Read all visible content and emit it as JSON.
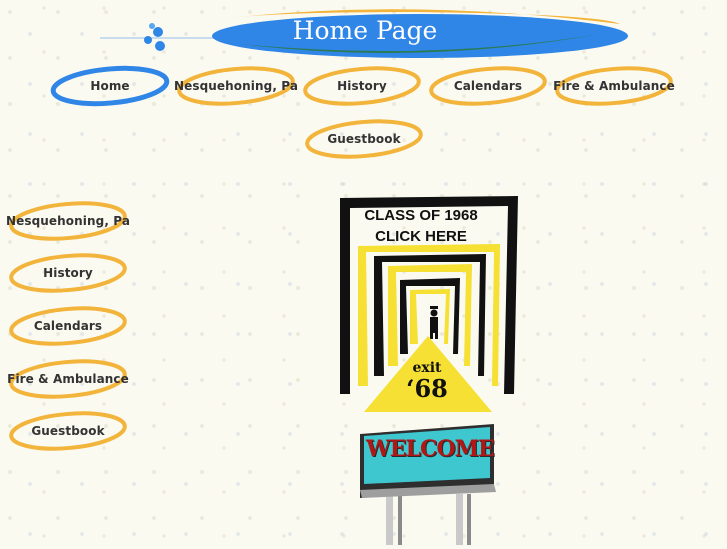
{
  "banner": {
    "title": "Home Page"
  },
  "top_nav": [
    {
      "label": "Home",
      "active": true
    },
    {
      "label": "Nesquehoning, Pa",
      "active": false
    },
    {
      "label": "History",
      "active": false
    },
    {
      "label": "Calendars",
      "active": false
    },
    {
      "label": "Fire & Ambulance",
      "active": false
    },
    {
      "label": "Guestbook",
      "active": false
    }
  ],
  "side_nav": [
    {
      "label": "Nesquehoning, Pa"
    },
    {
      "label": "History"
    },
    {
      "label": "Calendars"
    },
    {
      "label": "Fire & Ambulance"
    },
    {
      "label": "Guestbook"
    }
  ],
  "class_sign": {
    "line1": "CLASS OF 1968",
    "line2": "CLICK HERE",
    "exit_word": "exit",
    "exit_year": "‘68"
  },
  "billboard": {
    "text": "WELCOME"
  },
  "colors": {
    "accent_blue": "#2f86e6",
    "accent_gold": "#f2b43a",
    "sign_yellow": "#f5e033",
    "billboard_teal": "#3fc7cf"
  }
}
